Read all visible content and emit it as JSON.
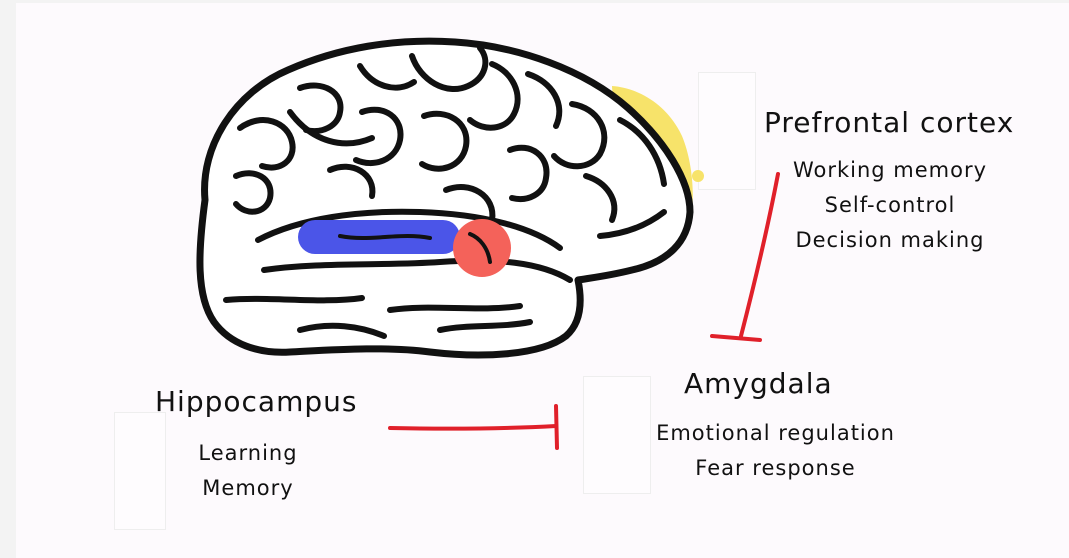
{
  "colors": {
    "background": "#fdfafd",
    "outline": "#111111",
    "hippocampus_highlight": "#4b55e8",
    "amygdala_highlight": "#f4625a",
    "prefrontal_highlight": "#f7e36a",
    "inhibition_arrow": "#e0202a"
  },
  "regions": {
    "prefrontal": {
      "title": "Prefrontal cortex",
      "functions": [
        "Working memory",
        "Self-control",
        "Decision making"
      ]
    },
    "amygdala": {
      "title": "Amygdala",
      "functions": [
        "Emotional regulation",
        "Fear response"
      ]
    },
    "hippocampus": {
      "title": "Hippocampus",
      "functions": [
        "Learning",
        "Memory"
      ]
    }
  },
  "connections": [
    {
      "from": "prefrontal",
      "to": "amygdala",
      "type": "inhibits"
    },
    {
      "from": "hippocampus",
      "to": "amygdala",
      "type": "inhibits"
    }
  ]
}
